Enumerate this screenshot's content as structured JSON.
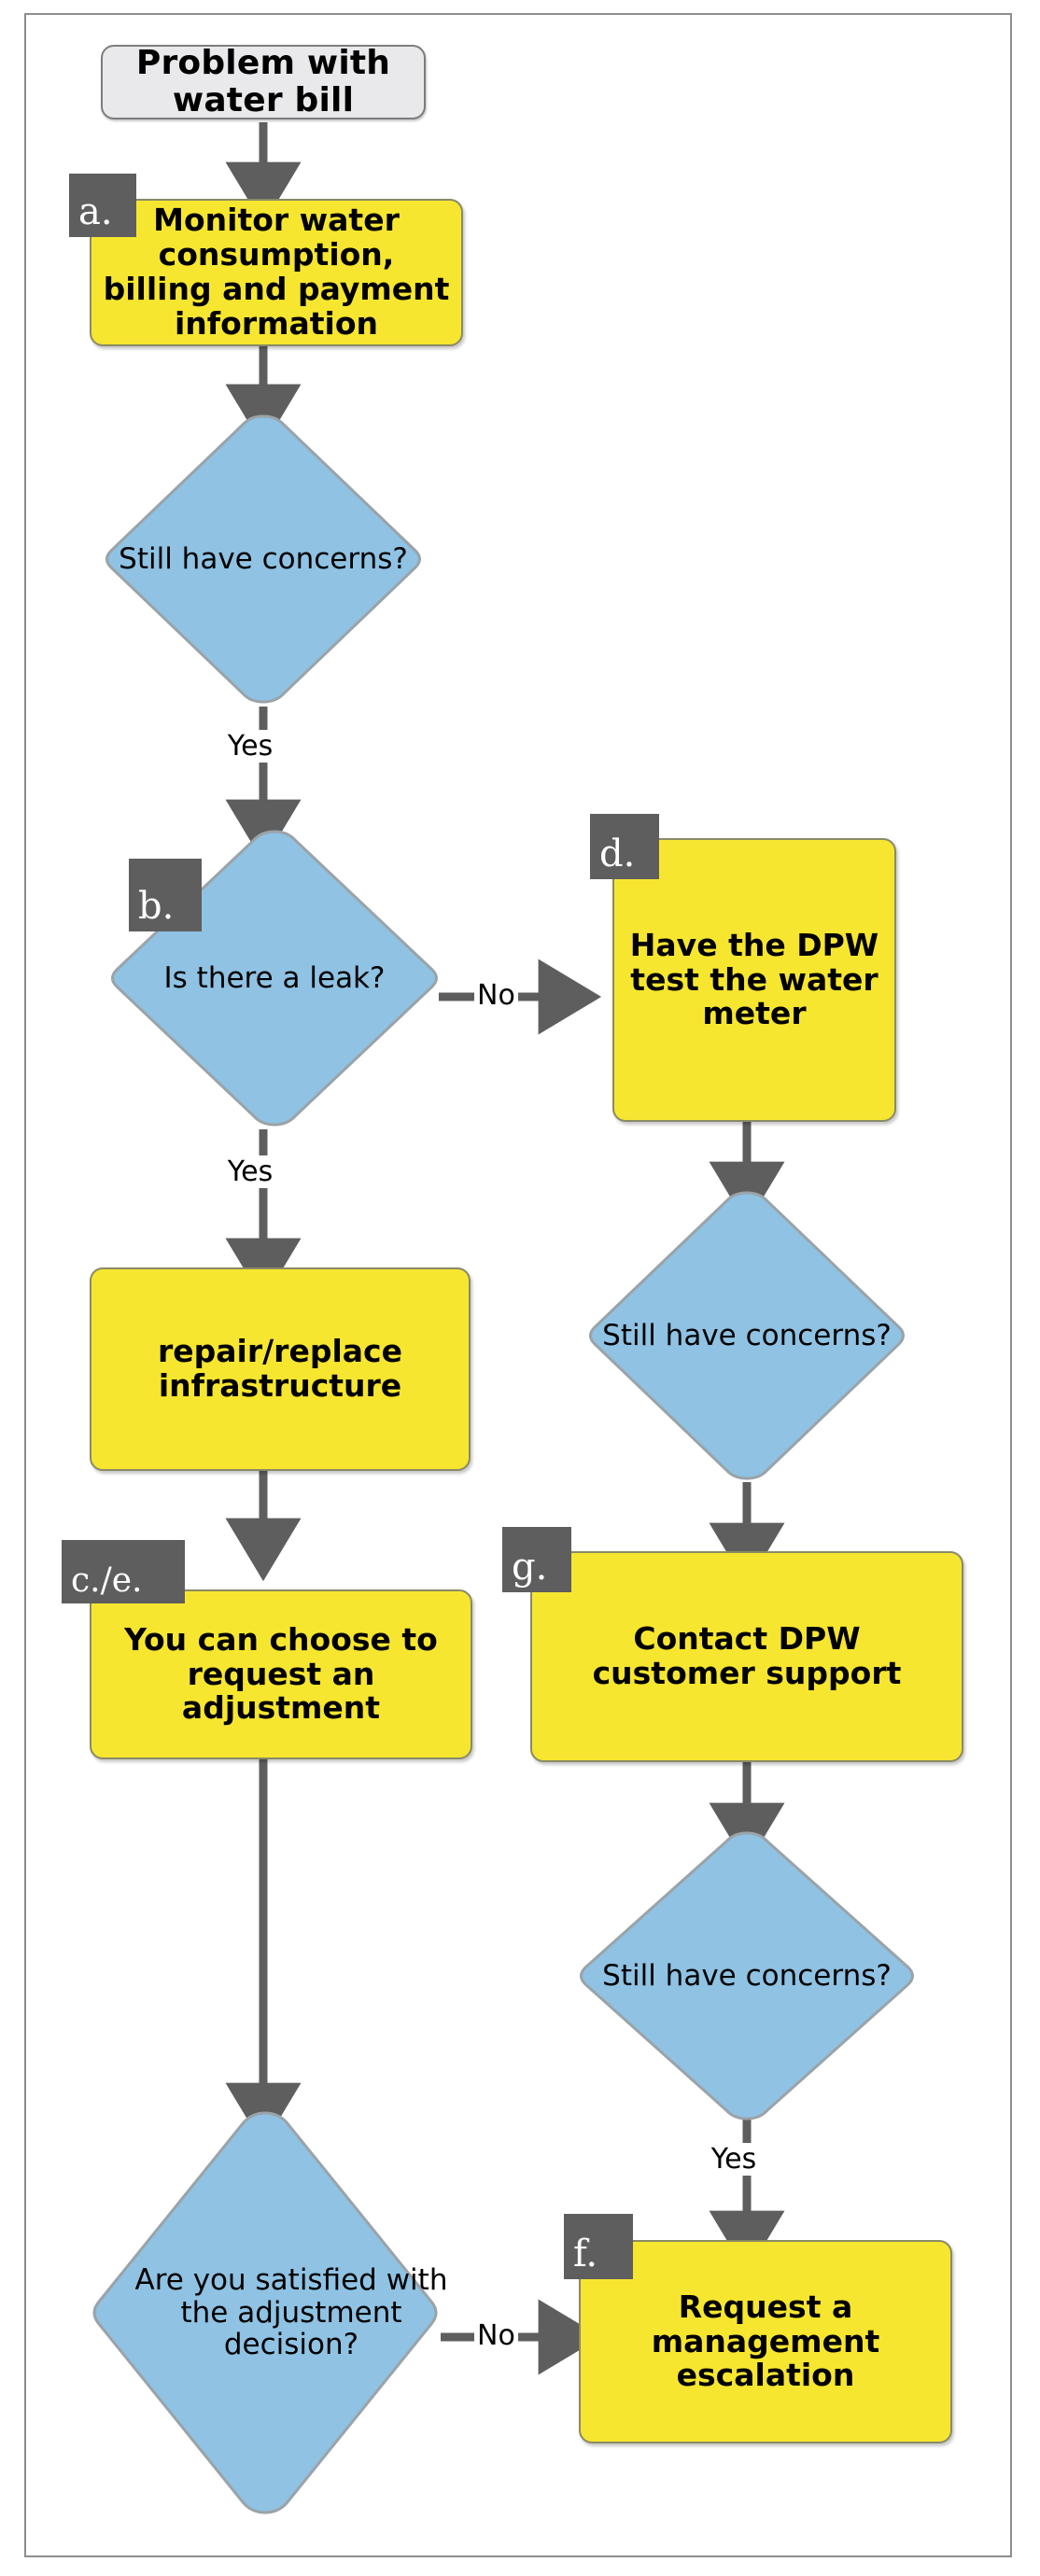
{
  "diagram": {
    "title": "Problem with water bill flowchart",
    "colors": {
      "start_fill": "#e9e9eb",
      "process_fill": "#f7e62f",
      "decision_fill": "#8fc2e3",
      "badge_fill": "#5e5e5e",
      "arrow": "#5e5e5e",
      "frame_border": "#8d8d8d"
    },
    "nodes": {
      "start": {
        "id": "start",
        "type": "terminator",
        "label": "Problem with water bill"
      },
      "a": {
        "id": "a",
        "type": "process",
        "badge": "a.",
        "label": "Monitor water consumption, billing and payment information"
      },
      "d1": {
        "id": "d1",
        "type": "decision",
        "badge": "",
        "label": "Still have concerns?"
      },
      "b": {
        "id": "b",
        "type": "decision",
        "badge": "b.",
        "label": "Is there a leak?"
      },
      "d": {
        "id": "d",
        "type": "process",
        "badge": "d.",
        "label": "Have the DPW test the water meter"
      },
      "repair": {
        "id": "repair",
        "type": "process",
        "badge": "",
        "label": "repair/replace infrastructure"
      },
      "d2": {
        "id": "d2",
        "type": "decision",
        "badge": "",
        "label": "Still have concerns?"
      },
      "ce": {
        "id": "ce",
        "type": "process",
        "badge": "c./e.",
        "label": "You can choose to request an adjustment"
      },
      "g": {
        "id": "g",
        "type": "process",
        "badge": "g.",
        "label": "Contact DPW customer support"
      },
      "d3": {
        "id": "d3",
        "type": "decision",
        "badge": "",
        "label": "Still have concerns?"
      },
      "satisfied": {
        "id": "satisfied",
        "type": "decision",
        "badge": "",
        "label": "Are you satisfied with the adjustment decision?"
      },
      "f": {
        "id": "f",
        "type": "process",
        "badge": "f.",
        "label": "Request a management escalation"
      }
    },
    "edge_labels": {
      "yes_1": "Yes",
      "no_1": "No",
      "yes_2": "Yes",
      "yes_3": "Yes",
      "no_2": "No"
    }
  }
}
